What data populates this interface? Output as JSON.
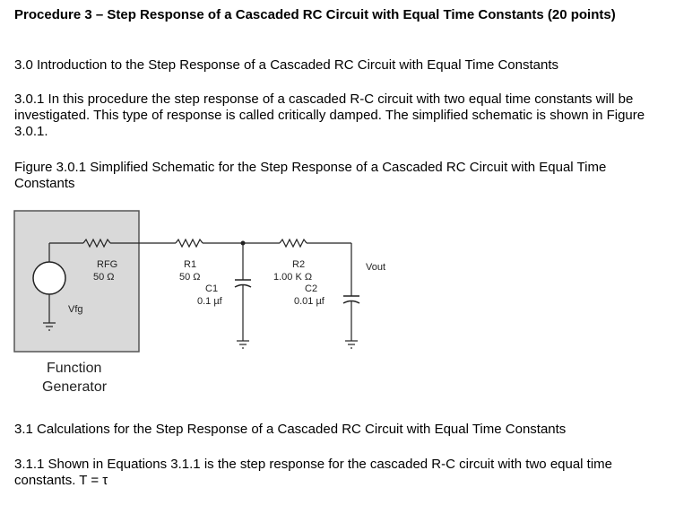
{
  "procedure": {
    "title": "Procedure 3 – Step Response of a Cascaded RC Circuit with Equal Time Constants (20 points)",
    "intro_heading": "3.0 Introduction to the Step Response of a Cascaded RC Circuit with Equal Time Constants",
    "intro_para": "3.0.1 In this procedure the step response of a cascaded R-C circuit with two equal time constants will be investigated. This type of response is called critically damped. The simplified schematic is shown in Figure 3.0.1.",
    "figure_caption": "Figure 3.0.1 Simplified Schematic for the Step Response of a Cascaded RC Circuit with Equal Time Constants",
    "calc_heading": "3.1 Calculations for the Step Response of a Cascaded RC Circuit with Equal Time Constants",
    "calc_para": "3.1.1 Shown in Equations 3.1.1 is the step response for the cascaded R-C circuit with two equal time constants. T = τ"
  },
  "schematic": {
    "rfg_label": "RFG",
    "rfg_value": "50 Ω",
    "vfg_label": "Vfg",
    "r1_label": "R1",
    "r1_value": "50 Ω",
    "c1_label": "C1",
    "c1_value": "0.1 µf",
    "r2_label": "R2",
    "r2_value": "1.00 K Ω",
    "c2_label": "C2",
    "c2_value": "0.01 µf",
    "vout_label": "Vout",
    "generator_line1": "Function",
    "generator_line2": "Generator"
  }
}
